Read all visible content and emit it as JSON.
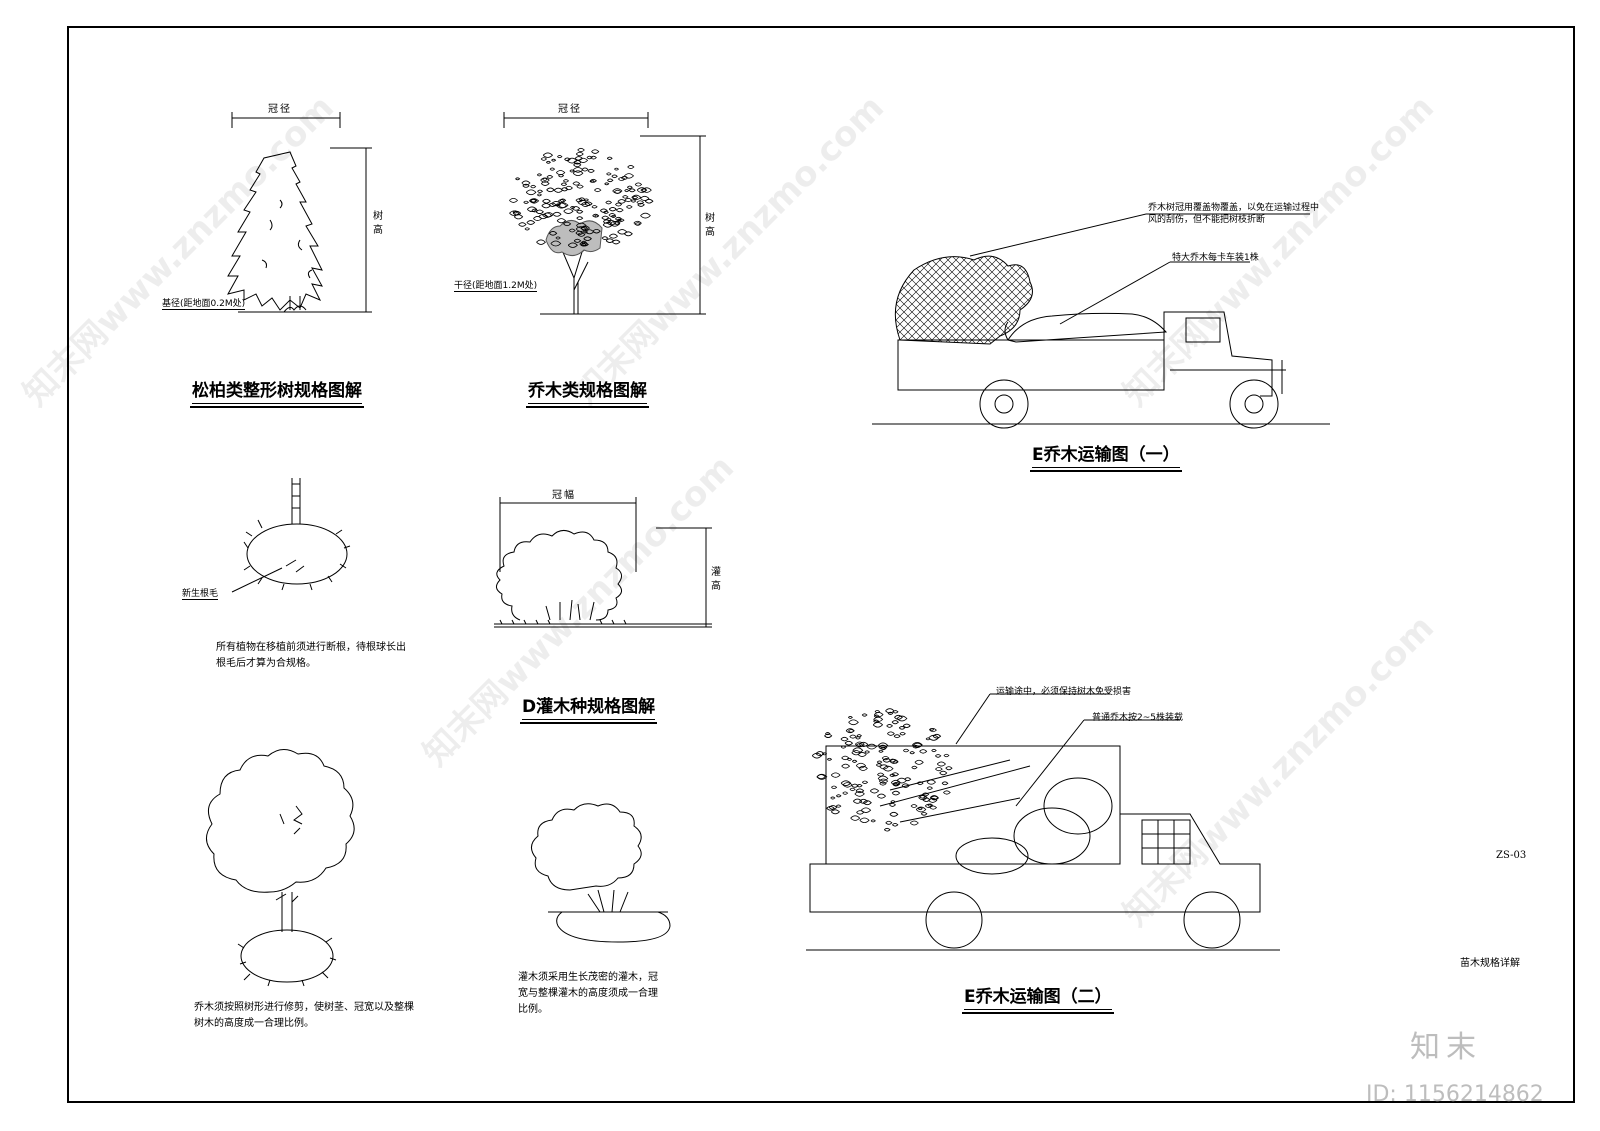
{
  "sheet": {
    "sheet_number": "ZS-03",
    "sheet_title": "苗木规格详解"
  },
  "diagrams": {
    "conifer": {
      "title": "松柏类整形树规格图解",
      "crown_label": "冠径",
      "height_label": "树高",
      "base_label": "基径(距地面0.2M处)"
    },
    "arbor": {
      "title": "乔木类规格图解",
      "crown_label": "冠径",
      "height_label": "树高",
      "trunk_label": "干径(距地面1.2M处)"
    },
    "root_ball": {
      "root_label": "新生根毛",
      "note": "所有植物在移植前须进行断根，待根球长出根毛后才算为合规格。"
    },
    "shrub": {
      "title": "D灌木种规格图解",
      "width_label": "冠幅",
      "height_label": "灌高"
    },
    "pruned_tree": {
      "note": "乔木须按照树形进行修剪，使树茎、冠宽以及整棵树木的高度成一合理比例。"
    },
    "dense_shrub": {
      "note": "灌木须采用生长茂密的灌木，冠宽与整棵灌木的高度须成一合理比例。"
    },
    "transport_1": {
      "title": "E乔木运输图（一）",
      "callout_1": "乔木树冠用覆盖物覆盖，以免在运输过程中风的刮伤，但不能把树枝折断",
      "callout_2": "特大乔木每卡车装1株"
    },
    "transport_2": {
      "title": "E乔木运输图（二）",
      "callout_1": "运输途中，必须保持树木免受损害",
      "callout_2": "普通乔木按2~5株装载"
    }
  },
  "brand": {
    "logo_text": "知末",
    "image_id": "ID: 1156214862",
    "watermark_text": "知末网www.znzmo.com"
  }
}
